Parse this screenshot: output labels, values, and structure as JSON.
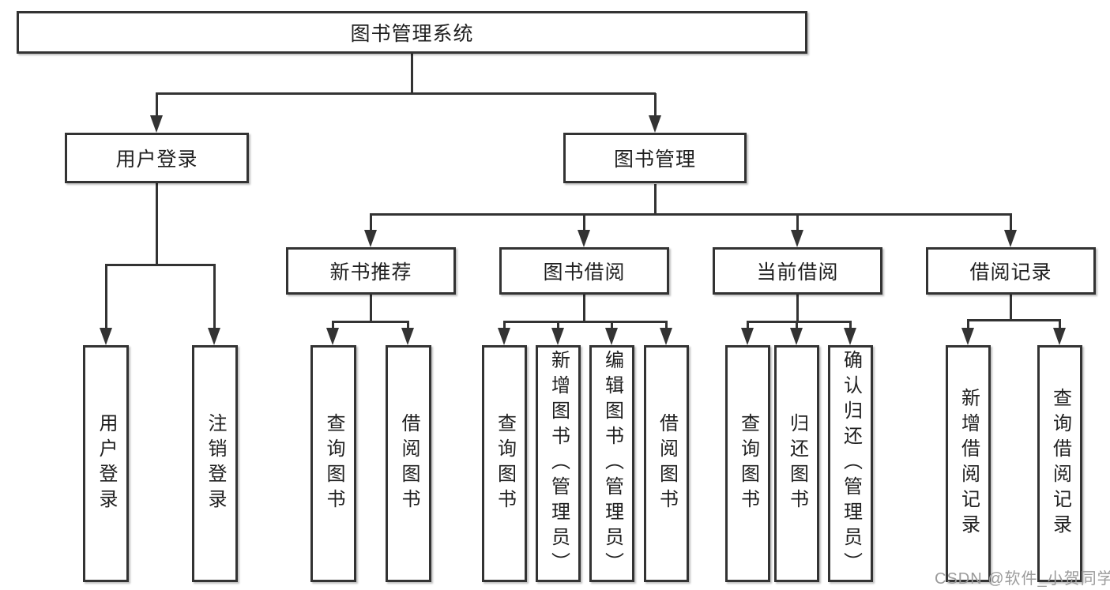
{
  "nodes": {
    "root": "图书管理系统",
    "user_login": "用户登录",
    "book_management": "图书管理",
    "new_book_recommend": "新书推荐",
    "book_borrow": "图书借阅",
    "current_borrow": "当前借阅",
    "borrow_record": "借阅记录",
    "leaf_user_login": "用户登录",
    "leaf_logout": "注销登录",
    "leaf_query_book_a": "查询图书",
    "leaf_borrow_book_a": "借阅图书",
    "leaf_query_book_b": "查询图书",
    "leaf_add_book_admin": "新增图书（管理员）",
    "leaf_edit_book_admin": "编辑图书（管理员）",
    "leaf_borrow_book_b": "借阅图书",
    "leaf_query_book_c": "查询图书",
    "leaf_return_book": "归还图书",
    "leaf_confirm_return_admin": "确认归还（管理员）",
    "leaf_add_borrow_record": "新增借阅记录",
    "leaf_query_borrow_record": "查询借阅记录"
  },
  "watermark": "CSDN @软件_小贺同学",
  "colors": {
    "line": "#333333",
    "text": "#1f1f1f",
    "watermark": "#9b9b9b",
    "background": "#ffffff"
  }
}
